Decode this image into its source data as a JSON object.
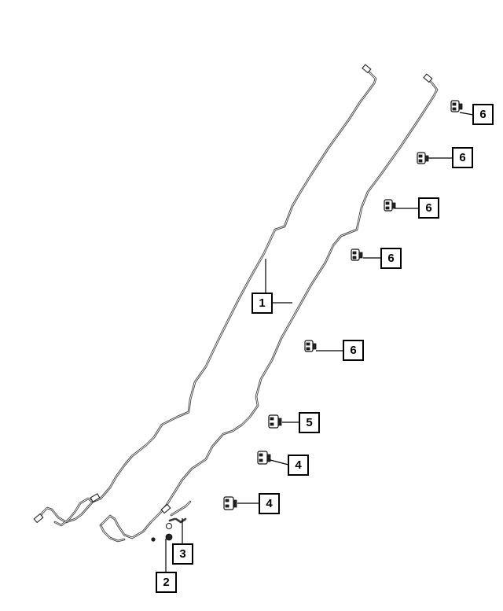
{
  "diagram": {
    "parts": [
      {
        "id": "part-1",
        "number": "1",
        "name": "brake-line-tube"
      },
      {
        "id": "part-2",
        "number": "2",
        "name": "fitting-nut"
      },
      {
        "id": "part-3",
        "number": "3",
        "name": "short-tube"
      },
      {
        "id": "part-4a",
        "number": "4",
        "name": "clip"
      },
      {
        "id": "part-4b",
        "number": "4",
        "name": "clip"
      },
      {
        "id": "part-5",
        "number": "5",
        "name": "clip"
      },
      {
        "id": "part-6a",
        "number": "6",
        "name": "clip"
      },
      {
        "id": "part-6b",
        "number": "6",
        "name": "clip"
      },
      {
        "id": "part-6c",
        "number": "6",
        "name": "clip"
      },
      {
        "id": "part-6d",
        "number": "6",
        "name": "clip"
      },
      {
        "id": "part-6e",
        "number": "6",
        "name": "clip"
      }
    ]
  }
}
